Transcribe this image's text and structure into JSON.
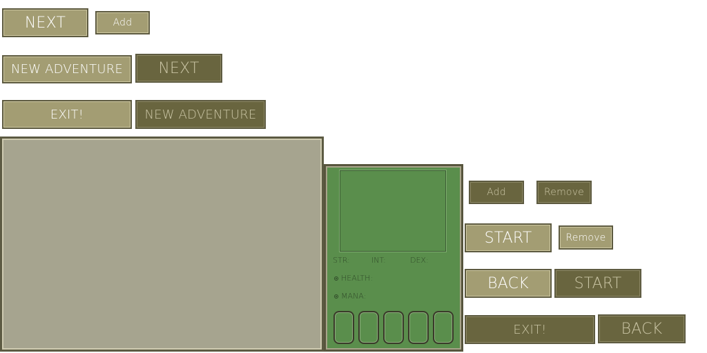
{
  "buttons": {
    "next_1": "NEXT",
    "add_1": "Add",
    "new_adventure_1": "NEW ADVENTURE",
    "next_2": "NEXT",
    "exit_1": "EXIT!",
    "new_adventure_2": "NEW ADVENTURE",
    "add_2": "Add",
    "remove_1": "Remove",
    "start_1": "START",
    "remove_2": "Remove",
    "back_1": "BACK",
    "start_2": "START",
    "exit_2": "EXIT!",
    "back_2": "BACK"
  },
  "character": {
    "stats": {
      "str": "STR:",
      "int": "INT:",
      "dex": "DEX:"
    },
    "health_label": "HEALTH:",
    "mana_label": "MANA:",
    "inventory_slots": 5
  },
  "colors": {
    "button_light": "#a39d73",
    "button_dark": "#69653f",
    "log_panel": "#a6a48f",
    "character_panel": "#5a8e4c"
  }
}
